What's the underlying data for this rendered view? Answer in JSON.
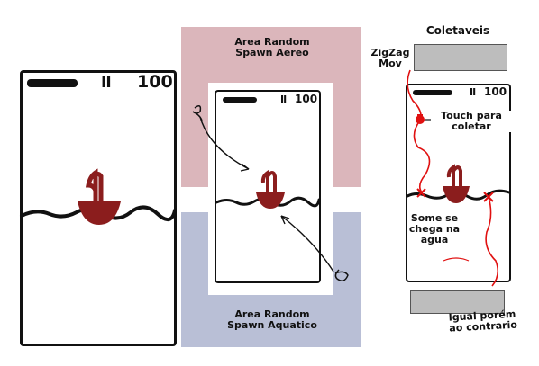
{
  "panel_left": {
    "score": "100",
    "pause_glyph": "II"
  },
  "panel_middle": {
    "score": "100",
    "pause_glyph": "II",
    "label_top": "Area Random\nSpawn Aereo",
    "label_bottom": "Area Random\nSpawn Aquatico",
    "colors": {
      "air_zone": "#dbb6bb",
      "water_zone": "#b9bfd6"
    }
  },
  "panel_right": {
    "score": "100",
    "pause_glyph": "II",
    "title": "Coletaveis",
    "zigzag_label": "ZigZag\nMov",
    "touch_label": "Touch para\ncoletar",
    "sink_label": "Some se\nchega na\nagua",
    "reverse_label": "Igual porém\nao contrario",
    "colors": {
      "collectible_bar": "#bdbdbd",
      "path": "#e01010"
    }
  },
  "colors": {
    "boat": "#8b1d1d",
    "outline": "#111111"
  },
  "icons": [
    "boat-icon",
    "wave-line",
    "pause-icon",
    "swirl-marker-icon",
    "cross-marker-icon",
    "balloon-icon"
  ]
}
